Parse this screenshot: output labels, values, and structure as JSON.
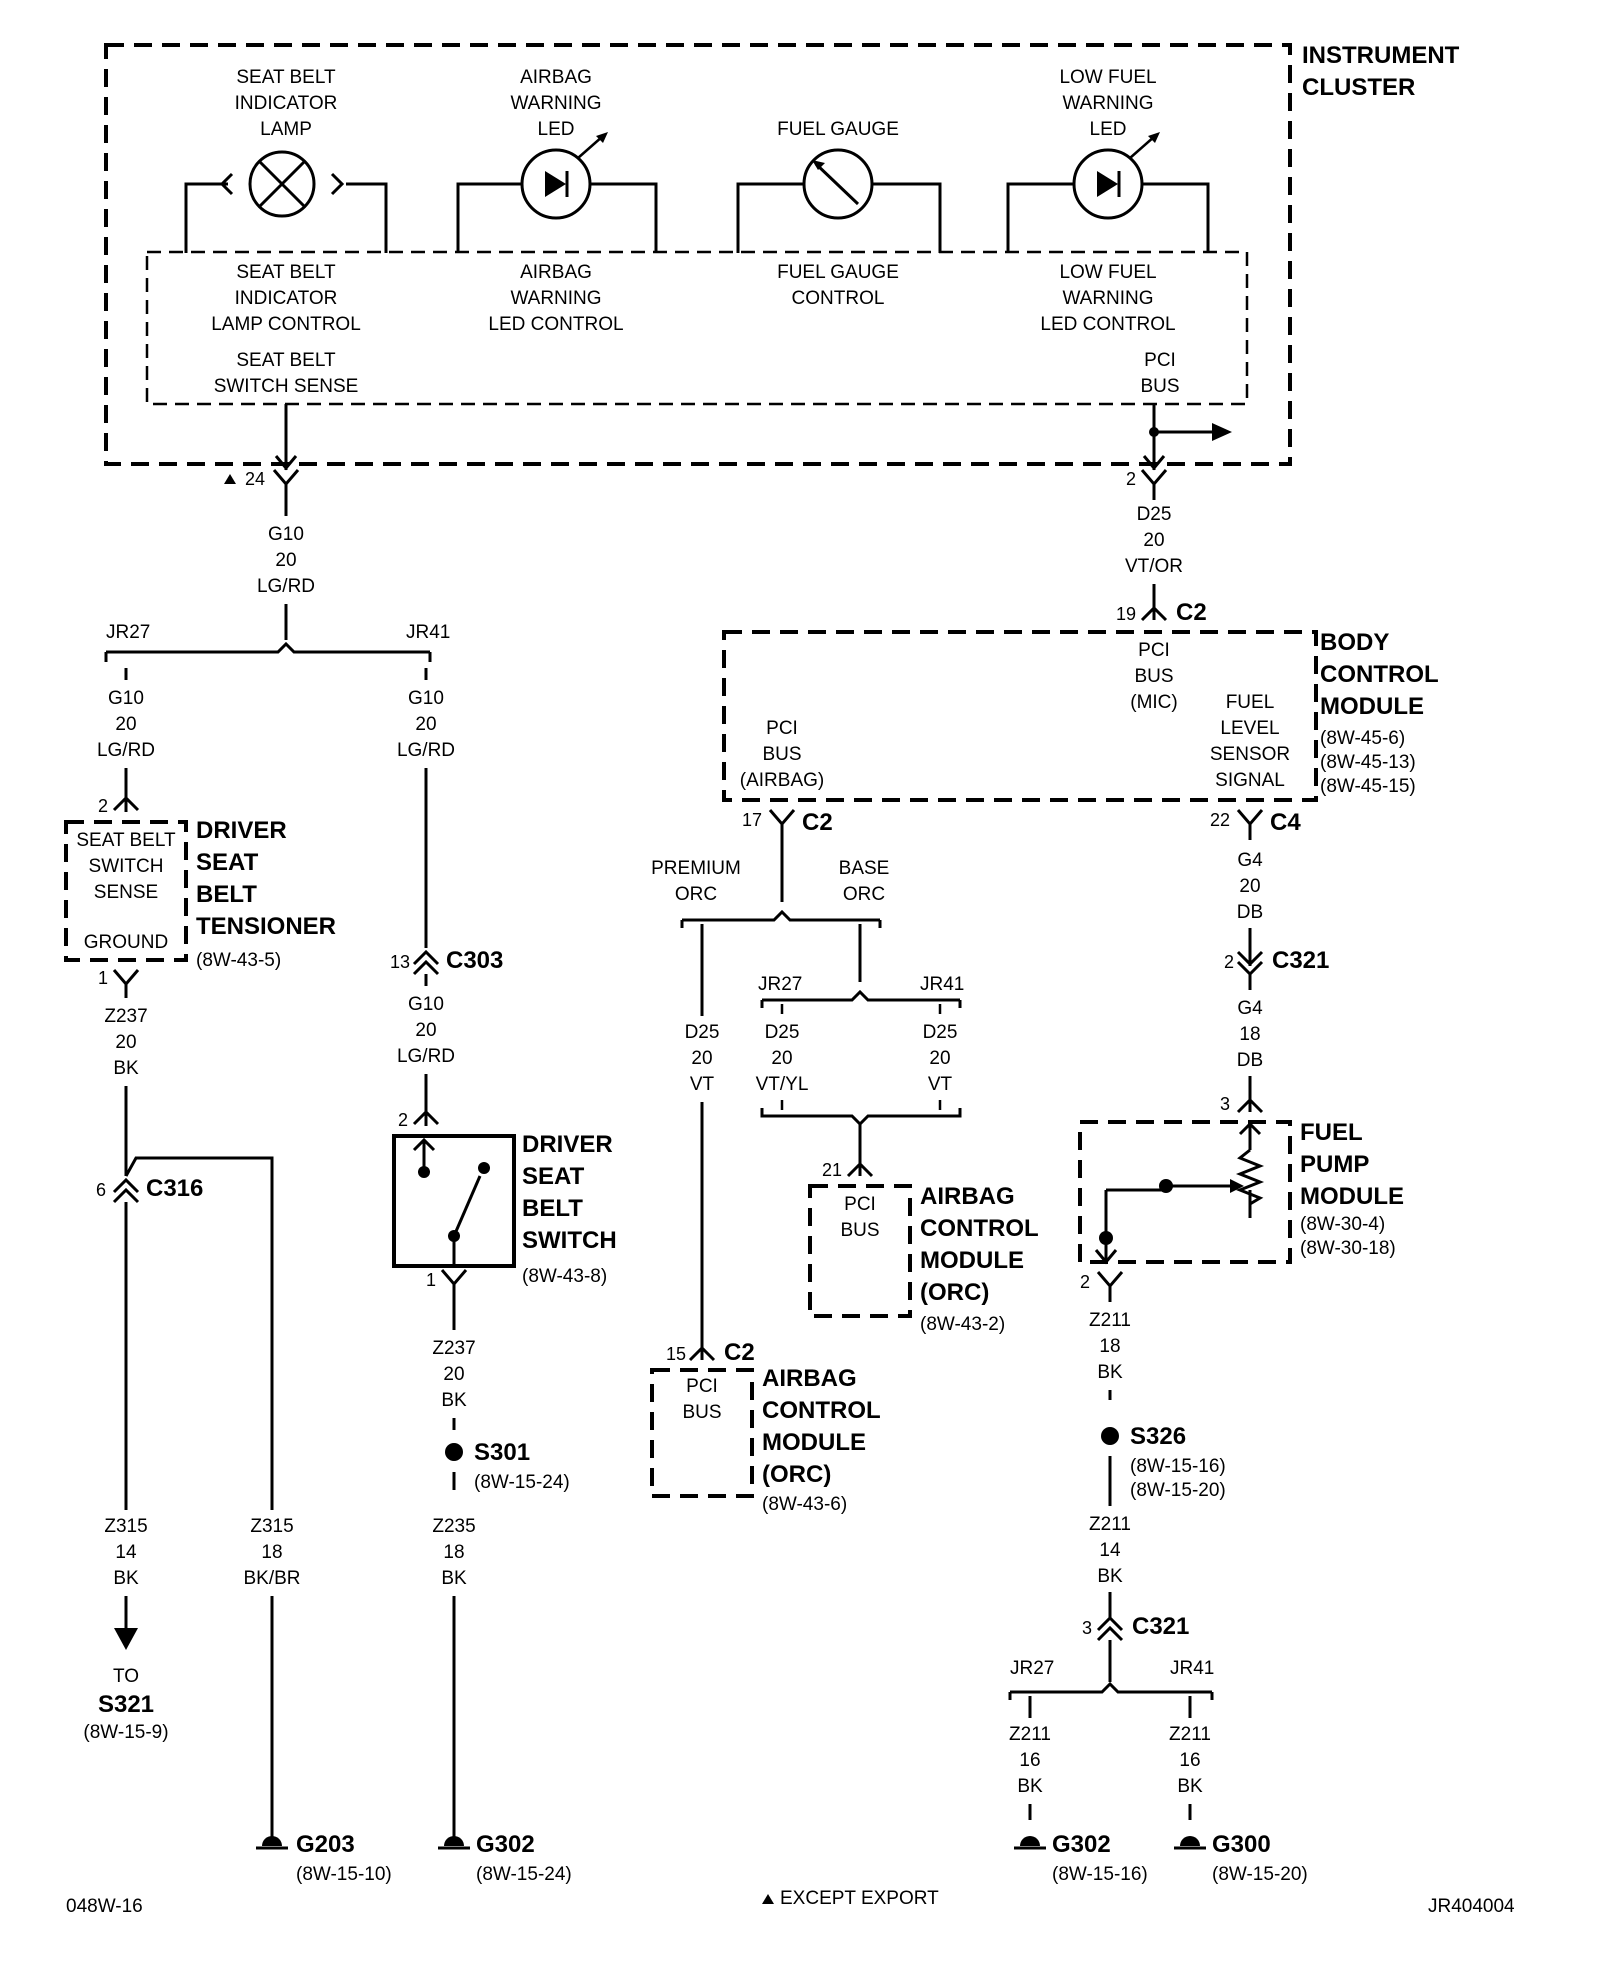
{
  "components": {
    "instrument_cluster": {
      "title": [
        "INSTRUMENT",
        "CLUSTER"
      ]
    },
    "seat_belt_lamp": [
      "SEAT BELT",
      "INDICATOR",
      "LAMP"
    ],
    "airbag_led": [
      "AIRBAG",
      "WARNING",
      "LED"
    ],
    "fuel_gauge": [
      "FUEL GAUGE"
    ],
    "low_fuel_led": [
      "LOW FUEL",
      "WARNING",
      "LED"
    ],
    "seat_belt_lamp_control": [
      "SEAT BELT",
      "INDICATOR",
      "LAMP CONTROL"
    ],
    "airbag_led_control": [
      "AIRBAG",
      "WARNING",
      "LED CONTROL"
    ],
    "fuel_gauge_control": [
      "FUEL GAUGE",
      "CONTROL"
    ],
    "low_fuel_led_control": [
      "LOW FUEL",
      "WARNING",
      "LED CONTROL"
    ],
    "seat_belt_switch_sense": [
      "SEAT BELT",
      "SWITCH SENSE"
    ],
    "cluster_pci_bus": [
      "PCI",
      "BUS"
    ],
    "body_control_module": {
      "title": [
        "BODY",
        "CONTROL",
        "MODULE"
      ],
      "refs": [
        "(8W-45-6)",
        "(8W-45-13)",
        "(8W-45-15)"
      ]
    },
    "bcm_pci_mic": [
      "PCI",
      "BUS",
      "(MIC)"
    ],
    "bcm_pci_airbag": [
      "PCI",
      "BUS",
      "(AIRBAG)"
    ],
    "bcm_fuel_level": [
      "FUEL",
      "LEVEL",
      "SENSOR",
      "SIGNAL"
    ],
    "driver_seat_belt_tensioner": {
      "title": [
        "DRIVER",
        "SEAT",
        "BELT",
        "TENSIONER"
      ],
      "ref": "(8W-43-5)",
      "inner": [
        "SEAT BELT",
        "SWITCH",
        "SENSE"
      ],
      "ground": "GROUND"
    },
    "driver_seat_belt_switch": {
      "title": [
        "DRIVER",
        "SEAT",
        "BELT",
        "SWITCH"
      ],
      "ref": "(8W-43-8)"
    },
    "airbag_cm_lower": {
      "title": [
        "AIRBAG",
        "CONTROL",
        "MODULE",
        "(ORC)"
      ],
      "ref": "(8W-43-6)",
      "inner": [
        "PCI",
        "BUS"
      ]
    },
    "airbag_cm_upper": {
      "title": [
        "AIRBAG",
        "CONTROL",
        "MODULE",
        "(ORC)"
      ],
      "ref": "(8W-43-2)",
      "inner": [
        "PCI",
        "BUS"
      ]
    },
    "fuel_pump_module": {
      "title": [
        "FUEL",
        "PUMP",
        "MODULE"
      ],
      "refs": [
        "(8W-30-4)",
        "(8W-30-18)"
      ]
    }
  },
  "wires": {
    "g10_top": [
      "G10",
      "20",
      "LG/RD"
    ],
    "g10_left": [
      "G10",
      "20",
      "LG/RD"
    ],
    "g10_right": [
      "G10",
      "20",
      "LG/RD"
    ],
    "g10_below_c303": [
      "G10",
      "20",
      "LG/RD"
    ],
    "z237_left": [
      "Z237",
      "20",
      "BK"
    ],
    "z237_switch": [
      "Z237",
      "20",
      "BK"
    ],
    "z315_a": [
      "Z315",
      "14",
      "BK"
    ],
    "z315_b": [
      "Z315",
      "18",
      "BK/BR"
    ],
    "z235": [
      "Z235",
      "18",
      "BK"
    ],
    "d25_top": [
      "D25",
      "20",
      "VT/OR"
    ],
    "d25_premium": [
      "D25",
      "20",
      "VT"
    ],
    "d25_jr27": [
      "D25",
      "20",
      "VT/YL"
    ],
    "d25_jr41": [
      "D25",
      "20",
      "VT"
    ],
    "g4_top": [
      "G4",
      "20",
      "DB"
    ],
    "g4_bottom": [
      "G4",
      "18",
      "DB"
    ],
    "z211_top": [
      "Z211",
      "18",
      "BK"
    ],
    "z211_mid": [
      "Z211",
      "14",
      "BK"
    ],
    "z211_left": [
      "Z211",
      "16",
      "BK"
    ],
    "z211_right": [
      "Z211",
      "16",
      "BK"
    ]
  },
  "variants": {
    "jr27": "JR27",
    "jr41": "JR41",
    "premium": [
      "PREMIUM",
      "ORC"
    ],
    "base": [
      "BASE",
      "ORC"
    ]
  },
  "connectors": {
    "c2": "C2",
    "c4": "C4",
    "c303": "C303",
    "c316": "C316",
    "c321": "C321"
  },
  "pins": {
    "cluster_24": "24",
    "cluster_2": "2",
    "bcm_19": "19",
    "bcm_17": "17",
    "bcm_22": "22",
    "tensioner_2": "2",
    "tensioner_1": "1",
    "c303_13": "13",
    "switch_2": "2",
    "switch_1": "1",
    "c316_6": "6",
    "c321_2": "2",
    "fpm_3": "3",
    "fpm_2": "2",
    "acm_21": "21",
    "acm_15": "15",
    "c321_3": "3"
  },
  "splices": {
    "s301": {
      "id": "S301",
      "ref": "(8W-15-24)"
    },
    "s326": {
      "id": "S326",
      "refs": [
        "(8W-15-16)",
        "(8W-15-20)"
      ]
    }
  },
  "grounds": {
    "g203": {
      "id": "G203",
      "ref": "(8W-15-10)"
    },
    "g302a": {
      "id": "G302",
      "ref": "(8W-15-24)"
    },
    "g302b": {
      "id": "G302",
      "ref": "(8W-15-16)"
    },
    "g300": {
      "id": "G300",
      "ref": "(8W-15-20)"
    }
  },
  "to_s321": {
    "to": "TO",
    "id": "S321",
    "ref": "(8W-15-9)"
  },
  "footer": {
    "left_code": "048W-16",
    "note": "EXCEPT EXPORT",
    "right_code": "JR404004"
  }
}
